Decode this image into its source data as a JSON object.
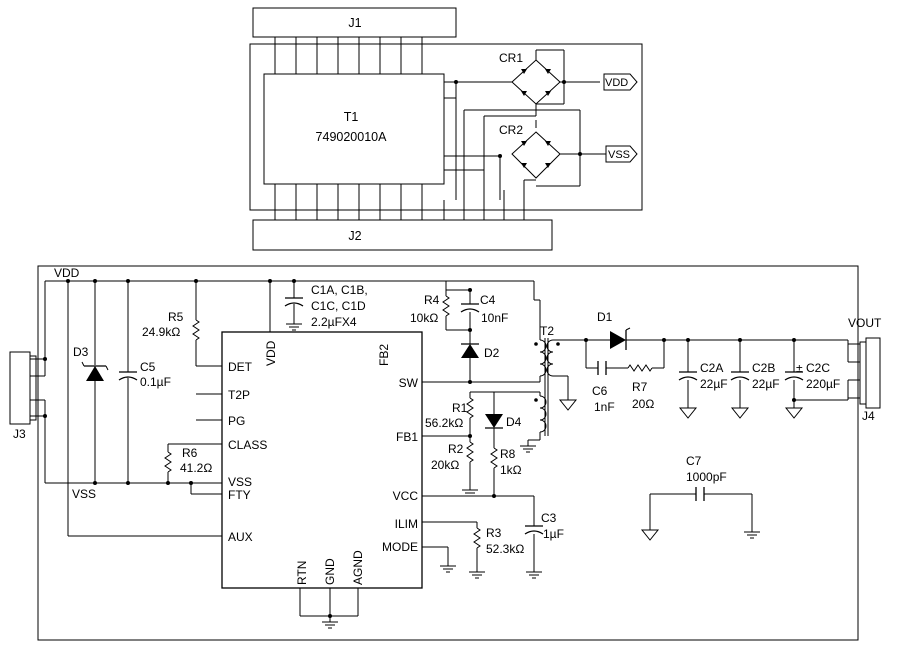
{
  "top": {
    "j1": "J1",
    "j2": "J2",
    "t1_ref": "T1",
    "t1_part": "749020010A",
    "cr1": "CR1",
    "cr2": "CR2",
    "vdd_flag": "VDD",
    "vss_flag": "VSS"
  },
  "main": {
    "vdd_net": "VDD",
    "vss_net": "VSS",
    "vout_net": "VOUT",
    "j3": "J3",
    "j4": "J4",
    "d3": "D3",
    "c5_ref": "C5",
    "c5_val": "0.1µF",
    "r5_ref": "R5",
    "r5_val": "24.9kΩ",
    "r6_ref": "R6",
    "r6_val": "41.2Ω",
    "c1_ref_a": "C1A, C1B,",
    "c1_ref_b": "C1C, C1D",
    "c1_val": "2.2µFX4",
    "r4_ref": "R4",
    "r4_val": "10kΩ",
    "c4_ref": "C4",
    "c4_val": "10nF",
    "d2": "D2",
    "t2": "T2",
    "d1": "D1",
    "r1_ref": "R1",
    "r1_val": "56.2kΩ",
    "d4": "D4",
    "r2_ref": "R2",
    "r2_val": "20kΩ",
    "r8_ref": "R8",
    "r8_val": "1kΩ",
    "c6_ref": "C6",
    "c6_val": "1nF",
    "r7_ref": "R7",
    "r7_val": "20Ω",
    "c2a_ref": "C2A",
    "c2a_val": "22µF",
    "c2b_ref": "C2B",
    "c2b_val": "22µF",
    "c2c_ref": "C2C",
    "c2c_val": "220µF",
    "c2c_polarity": "±",
    "c3_ref": "C3",
    "c3_val": "1µF",
    "r3_ref": "R3",
    "r3_val": "52.3kΩ",
    "c7_ref": "C7",
    "c7_val": "1000pF"
  },
  "ic": {
    "pin_vdd": "VDD",
    "pin_fb2": "FB2",
    "pin_det": "DET",
    "pin_t2p": "T2P",
    "pin_pg": "PG",
    "pin_class": "CLASS",
    "pin_vss": "VSS",
    "pin_fty": "FTY",
    "pin_aux": "AUX",
    "pin_sw": "SW",
    "pin_fb1": "FB1",
    "pin_vcc": "VCC",
    "pin_ilim": "ILIM",
    "pin_mode": "MODE",
    "pin_rtn": "RTN",
    "pin_gnd": "GND",
    "pin_agnd": "AGND"
  }
}
